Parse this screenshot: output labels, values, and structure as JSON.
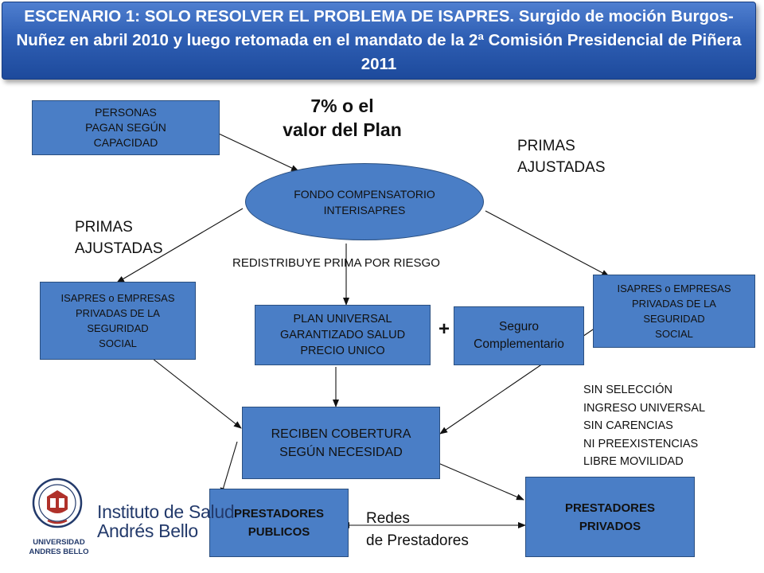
{
  "slide": {
    "title": "ESCENARIO 1: SOLO RESOLVER EL PROBLEMA DE ISAPRES. Surgido de moción Burgos-Nuñez en abril 2010 y luego retomada en el mandato de la 2ª Comisión Presidencial de Piñera 2011"
  },
  "diagram": {
    "personas": "PERSONAS\nPAGAN SEGÚN\nCAPACIDAD",
    "pct_label": "7% o el\nvalor del Plan",
    "primas_right": "PRIMAS\nAJUSTADAS",
    "primas_left": "PRIMAS\nAJUSTADAS",
    "fondo": "FONDO COMPENSATORIO\nINTERISAPRES",
    "redistribuye": "REDISTRIBUYE PRIMA POR RIESGO",
    "isapres_left": "ISAPRES  o EMPRESAS\nPRIVADAS  DE LA\nSEGURIDAD\nSOCIAL",
    "isapres_right": "ISAPRES  o EMPRESAS\nPRIVADAS  DE LA\nSEGURIDAD\nSOCIAL",
    "plan_universal": "PLAN UNIVERSAL\nGARANTIZADO SALUD\nPRECIO UNICO",
    "plus": "+",
    "seguro": "Seguro\nComplementario",
    "conditions": "SIN SELECCIÓN\nINGRESO UNIVERSAL\nSIN CARENCIAS\nNI PREEXISTENCIAS\nLIBRE MOVILIDAD",
    "reciben": "RECIBEN COBERTURA\nSEGÚN NECESIDAD",
    "prest_publicos": "PRESTADORES\nPUBLICOS",
    "prest_privados": "PRESTADORES\nPRIVADOS",
    "redes": "Redes\nde Prestadores"
  },
  "logo": {
    "line1": "Instituto de Salud",
    "line2": "Andrés Bello",
    "university": "UNIVERSIDAD\nANDRES BELLO"
  },
  "colors": {
    "box_fill": "#4a7ec6",
    "banner": "#2f5fb4",
    "logo_red": "#b0312a",
    "logo_navy": "#233a6b"
  }
}
